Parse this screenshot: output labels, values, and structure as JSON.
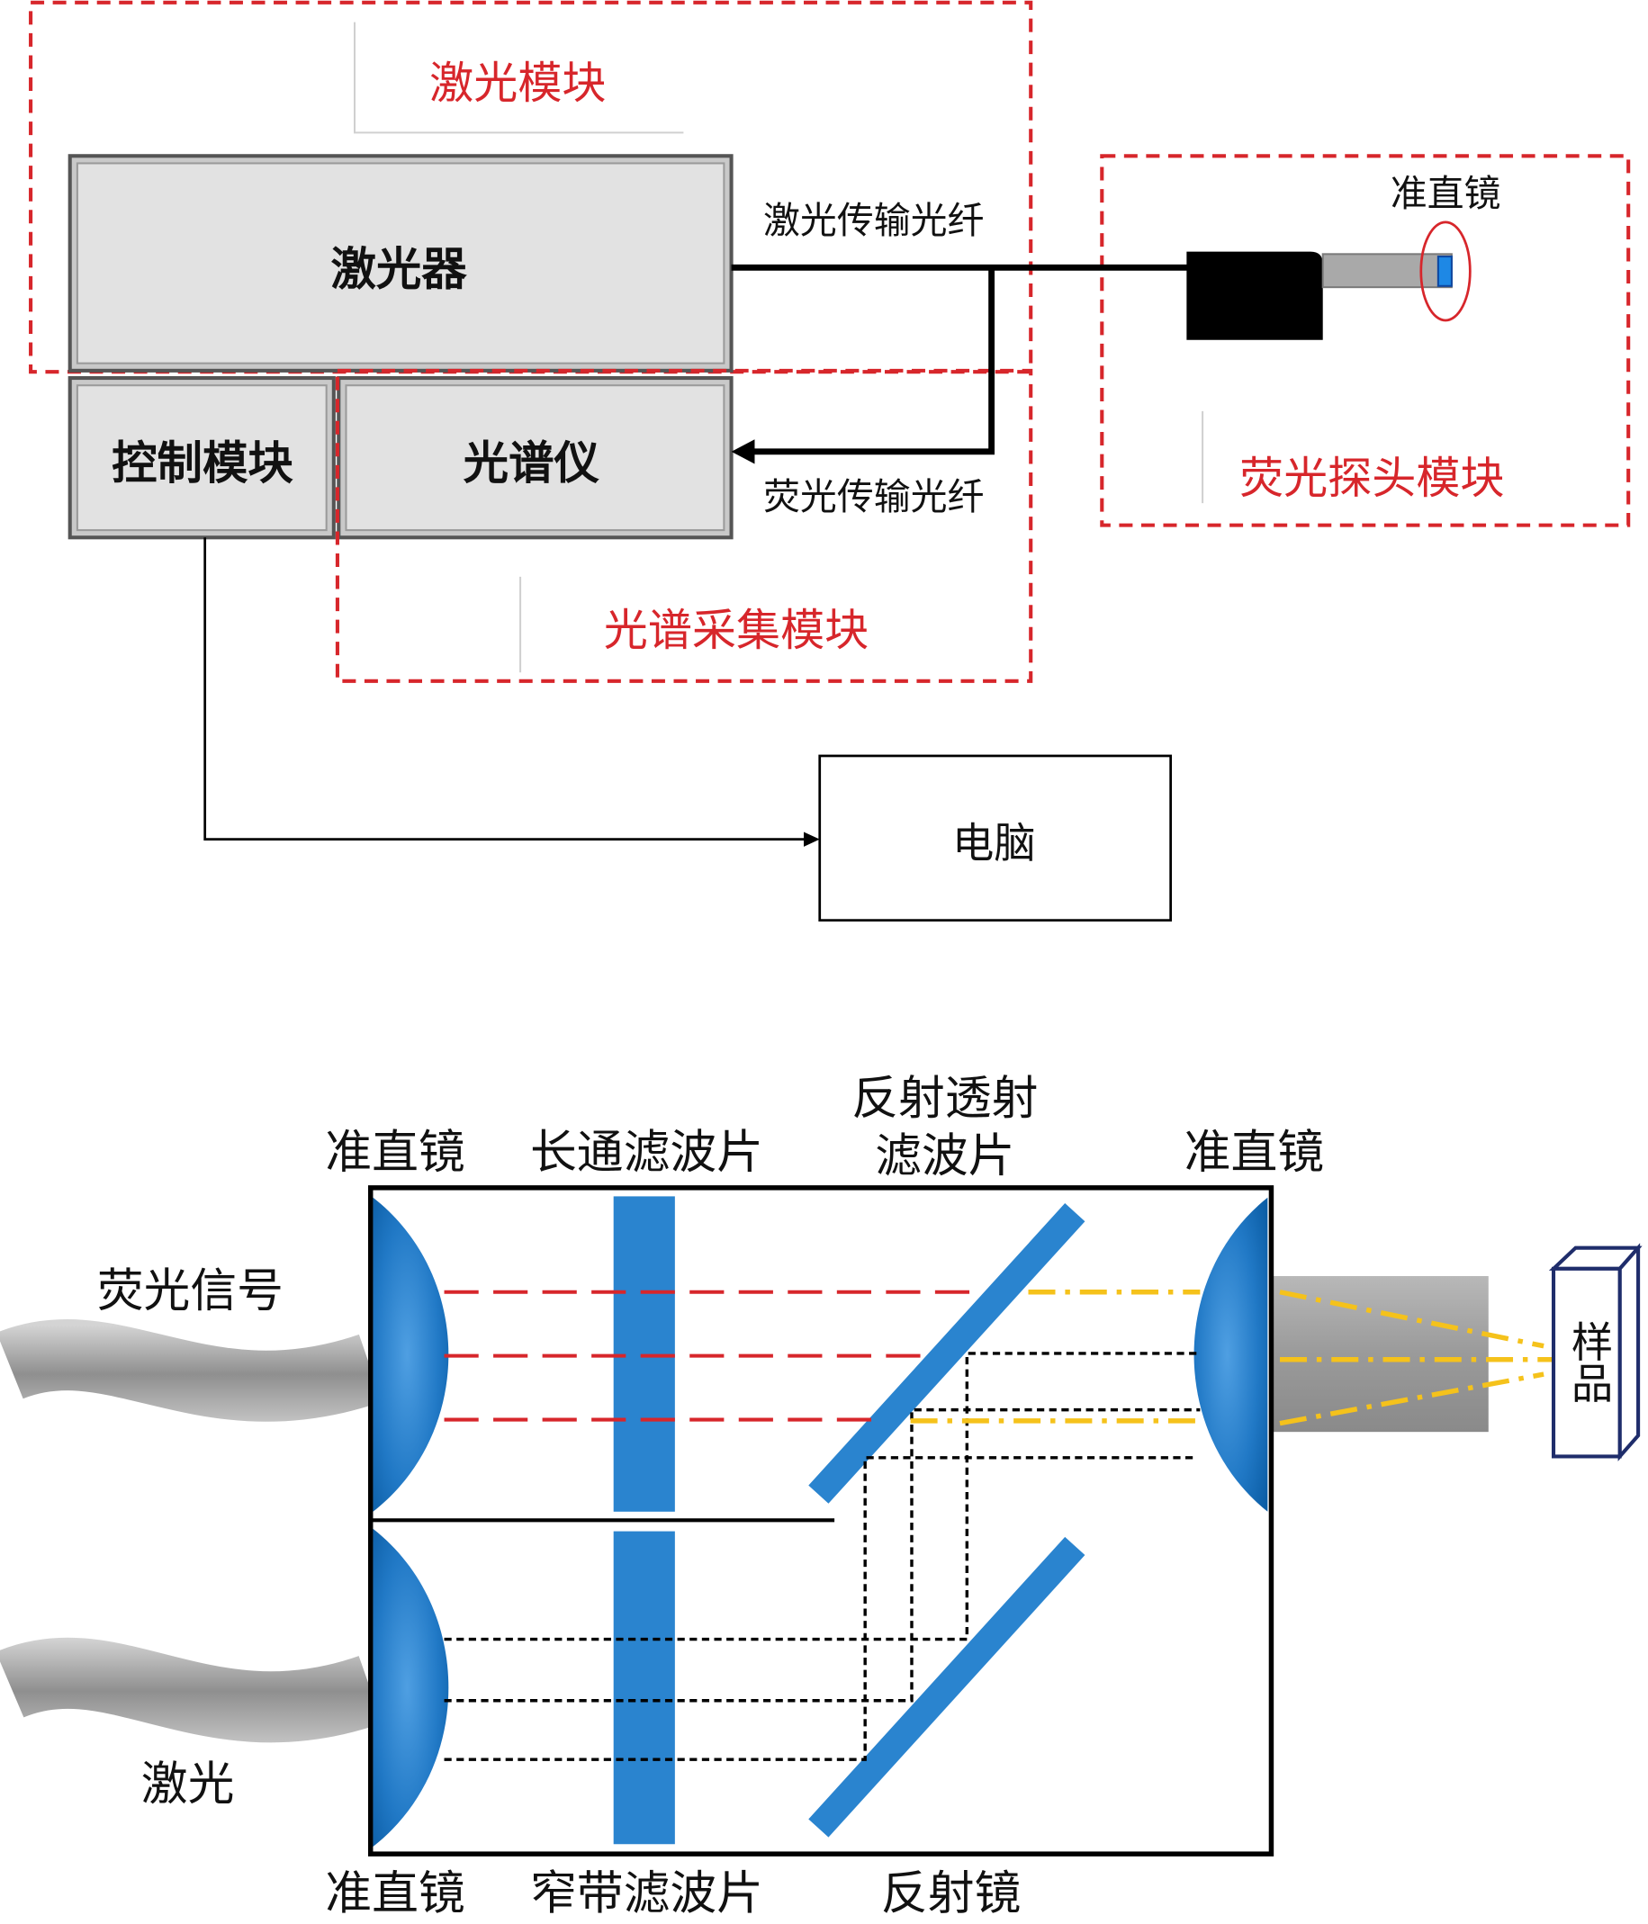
{
  "top_diagram": {
    "laser_module_label": "激光模块",
    "laser_label": "激光器",
    "control_module_label": "控制模块",
    "spectrometer_label": "光谱仪",
    "spectrum_module_label": "光谱采集模块",
    "probe_module_label": "荧光探头模块",
    "collimator_label": "准直镜",
    "laser_fiber_label": "激光传输光纤",
    "fluorescence_fiber_label": "荧光传输光纤",
    "computer_label": "电脑"
  },
  "bottom_diagram": {
    "collimator_top_left_label": "准直镜",
    "longpass_filter_label": "长通滤波片",
    "beamsplitter_label_line1": "反射透射",
    "beamsplitter_label_line2": "滤波片",
    "collimator_right_label": "准直镜",
    "fluorescence_signal_label": "荧光信号",
    "laser_label": "激光",
    "collimator_bottom_left_label": "准直镜",
    "narrowband_filter_label": "窄带滤波片",
    "mirror_label": "反射镜",
    "sample_label": "样品"
  },
  "colors": {
    "module_border": "#d7262b",
    "module_label": "#d7262b",
    "optics_blue": "#2a84cf",
    "fluorescence_path": "#d7262b",
    "emission_path": "#f5c21b",
    "laser_path": "#000000",
    "fiber_gray": "#a0a0a0",
    "sample_border": "#1f2d6b"
  }
}
